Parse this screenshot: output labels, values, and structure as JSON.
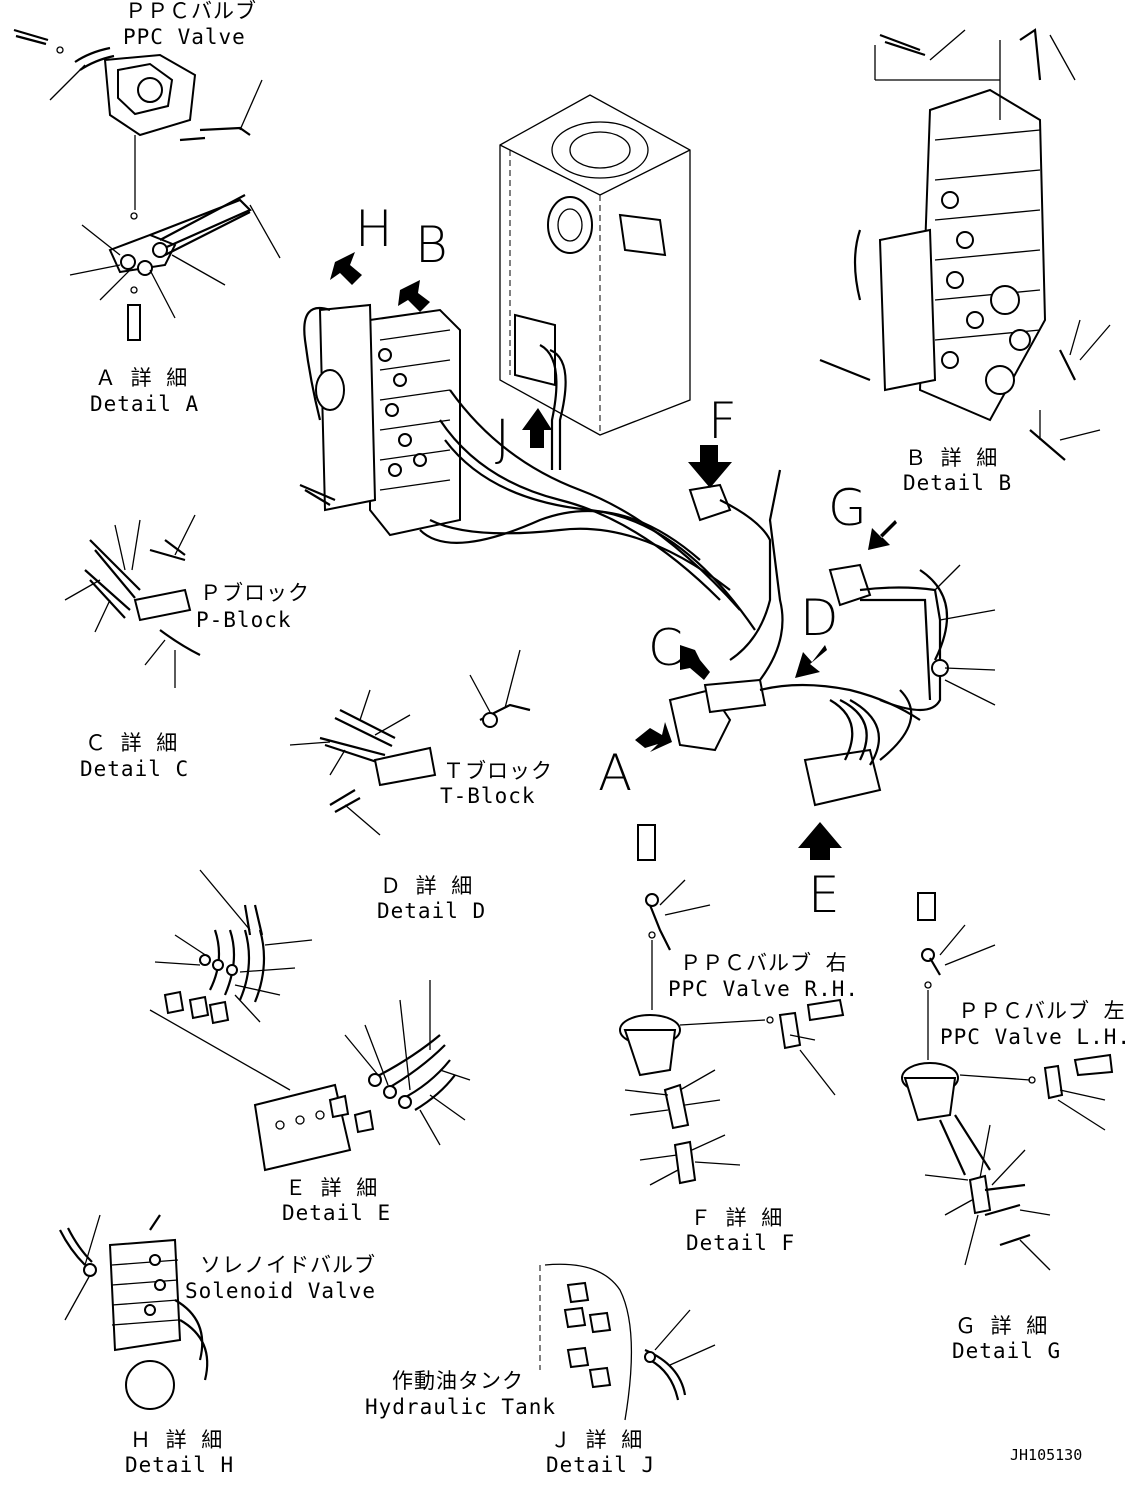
{
  "labels": {
    "ppc_valve_jp": "ＰＰＣバルブ",
    "ppc_valve_en": "PPC Valve",
    "detail_a_jp": "Ａ 詳 細",
    "detail_a_en": "Detail A",
    "detail_b_jp": "Ｂ 詳 細",
    "detail_b_en": "Detail B",
    "p_block_jp": "Ｐブロック",
    "p_block_en": "P-Block",
    "detail_c_jp": "Ｃ 詳 細",
    "detail_c_en": "Detail C",
    "t_block_jp": "Ｔブロック",
    "t_block_en": "T-Block",
    "detail_d_jp": "Ｄ 詳 細",
    "detail_d_en": "Detail D",
    "ppc_rh_jp": "ＰＰＣバルブ 右",
    "ppc_rh_en": "PPC Valve R.H.",
    "ppc_lh_jp": "ＰＰＣバルブ 左",
    "ppc_lh_en": "PPC Valve L.H.",
    "detail_e_jp": "Ｅ 詳 細",
    "detail_e_en": "Detail E",
    "detail_f_jp": "Ｆ 詳 細",
    "detail_f_en": "Detail F",
    "detail_g_jp": "Ｇ 詳 細",
    "detail_g_en": "Detail G",
    "solenoid_jp": "ソレノイドバルブ",
    "solenoid_en": "Solenoid Valve",
    "tank_jp": "作動油タンク",
    "tank_en": "Hydraulic Tank",
    "detail_h_jp": "Ｈ 詳 細",
    "detail_h_en": "Detail H",
    "detail_j_jp": "Ｊ 詳 細",
    "detail_j_en": "Detail J",
    "drawing_code": "JH105130"
  },
  "callouts": {
    "A": "A",
    "B": "B",
    "C": "C",
    "D": "D",
    "E": "E",
    "F": "F",
    "G": "G",
    "H": "H",
    "J": "J"
  }
}
